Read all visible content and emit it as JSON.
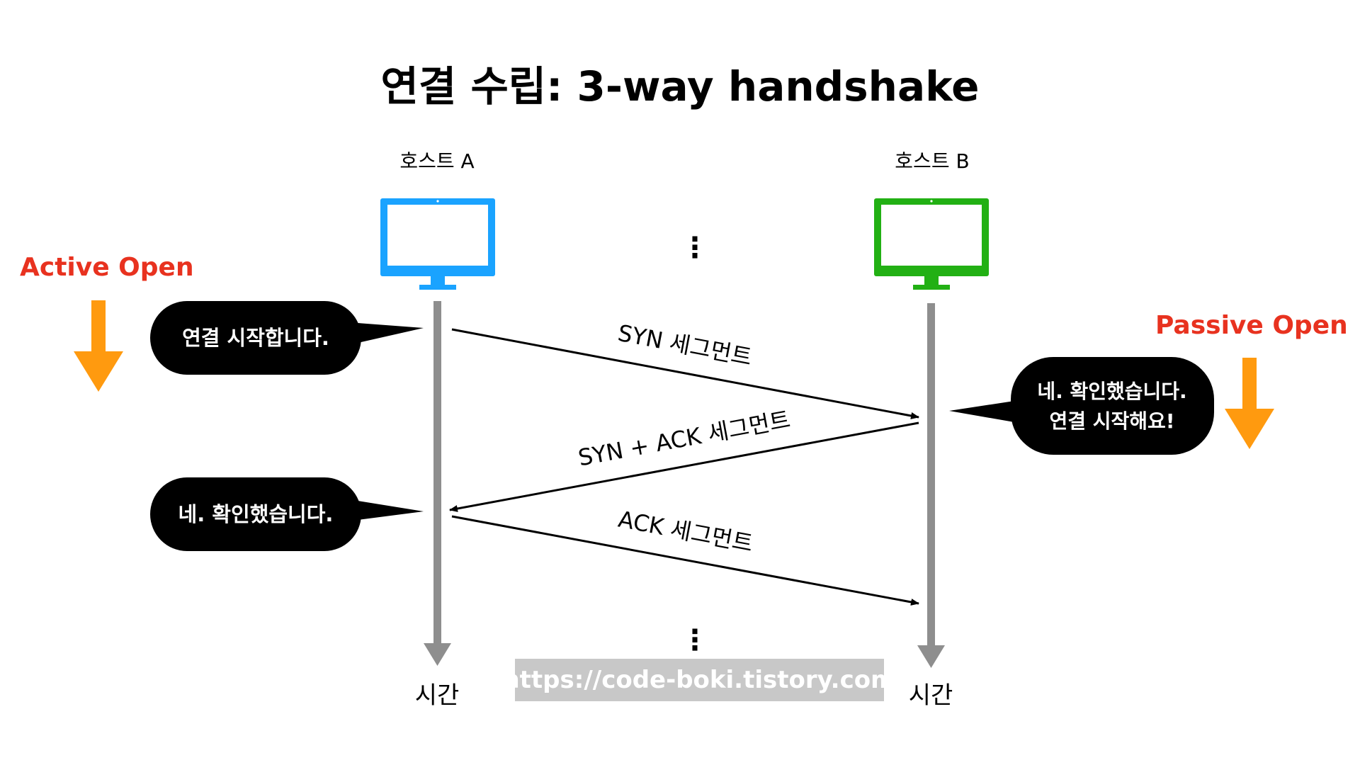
{
  "title": "연결 수립: 3-way handshake",
  "colors": {
    "host_a": "#1aa3ff",
    "host_b": "#22b014",
    "open_label": "#e8321f",
    "down_arrow": "#ff9a0f",
    "timeline": "#8e8e8e",
    "bubble": "#000000",
    "watermark_bg": "#c8c8c8"
  },
  "hosts": {
    "a": {
      "label": "호스트 A",
      "icon": "monitor-icon",
      "time_label": "시간"
    },
    "b": {
      "label": "호스트 B",
      "icon": "monitor-icon",
      "time_label": "시간"
    }
  },
  "ellipsis": "⋮",
  "open_labels": {
    "active": "Active Open",
    "passive": "Passive Open"
  },
  "messages": [
    {
      "label": "SYN 세그먼트",
      "from": "a",
      "to": "b"
    },
    {
      "label": "SYN + ACK 세그먼트",
      "from": "b",
      "to": "a"
    },
    {
      "label": "ACK 세그먼트",
      "from": "a",
      "to": "b"
    }
  ],
  "bubbles": {
    "a_start": {
      "lines": [
        "연결 시작합니다."
      ]
    },
    "b_reply": {
      "lines": [
        "네. 확인했습니다.",
        "연결 시작해요!"
      ]
    },
    "a_ack": {
      "lines": [
        "네. 확인했습니다."
      ]
    }
  },
  "watermark": "https://code-boki.tistory.com"
}
